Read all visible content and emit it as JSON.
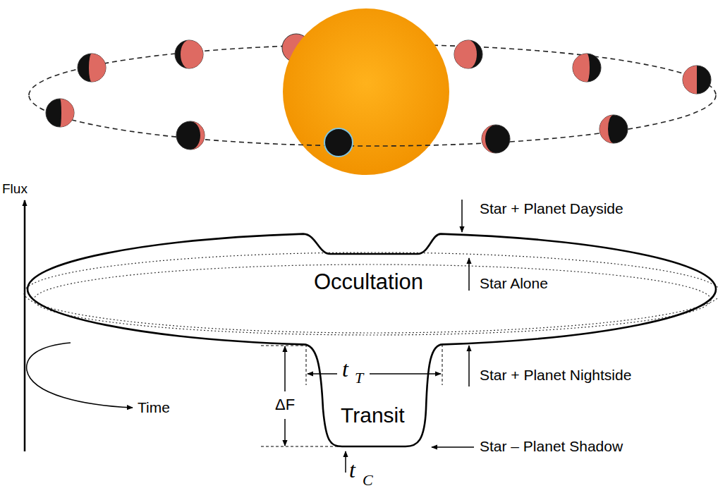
{
  "diagram": {
    "labels": [
      "Flux",
      "Time",
      "Star + Planet Dayside",
      "Occultation",
      "Star Alone",
      "Star + Planet Nightside",
      "ΔF",
      "t",
      "T",
      "Transit",
      "Star – Planet Shadow",
      "t",
      "C"
    ]
  }
}
